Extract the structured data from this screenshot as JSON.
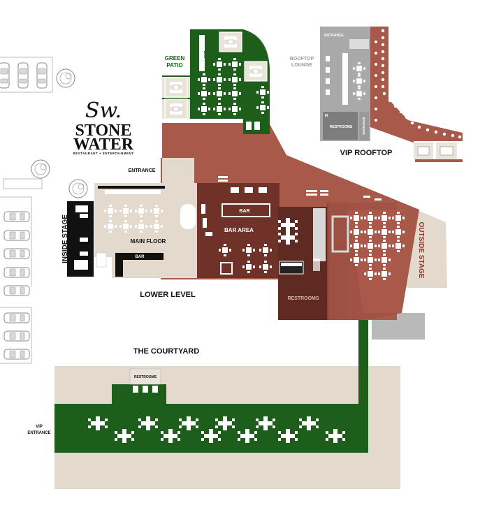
{
  "brand": {
    "signature": "Sw.",
    "name_line1": "STONE",
    "name_line2": "WATER",
    "tagline": "RESTAURANT + ENTERTAINMENT"
  },
  "labels": {
    "green_patio_1": "GREEN",
    "green_patio_2": "PATIO",
    "patio_bar": "BAR",
    "rooftop_lounge_1": "ROOFTOP",
    "rooftop_lounge_2": "LOUNGE",
    "rooftop_entrance": "ENTRANCE",
    "rooftop_restrooms": "RESTROOMS",
    "rooftop_entrance_side": "ENTRANCE",
    "rooftop_m": "M",
    "vip_rooftop": "VIP ROOFTOP",
    "entrance": "ENTRANCE",
    "inside_stage": "INSIDE STAGE",
    "main_floor": "MAIN FLOOR",
    "main_bar": "BAR",
    "bar": "BAR",
    "bar_area": "BAR AREA",
    "restrooms": "RESTROOMS",
    "outside_stage": "OUTSIDE STAGE",
    "lower_level": "LOWER LEVEL",
    "the_courtyard": "THE COURTYARD",
    "courtyard_restrooms": "RESTROOMS",
    "vip_entrance_1": "VIP",
    "vip_entrance_2": "ENTRANCE"
  },
  "colors": {
    "brick": "#a85a4a",
    "brick_dark": "#6e3228",
    "brick_mid": "#8a4538",
    "green": "#1d5e1a",
    "beige": "#e3d9cc",
    "gray": "#a9a9a9",
    "gray_dark": "#7d7d7d",
    "black": "#111111",
    "white": "#ffffff"
  }
}
